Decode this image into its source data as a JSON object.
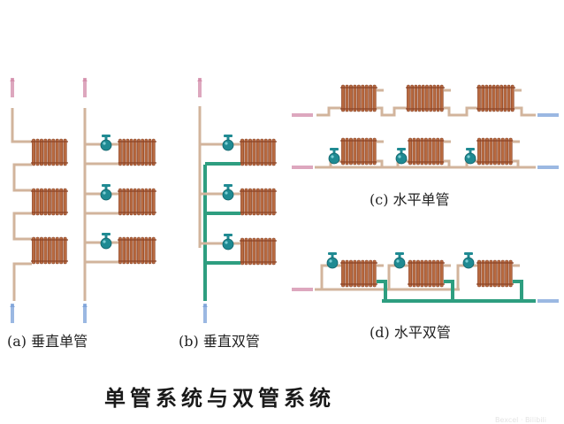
{
  "diagram": {
    "title": "单管系统与双管系统",
    "colors": {
      "supply_pipe": "#d2b49c",
      "return_pipe_two_pipe": "#2e9e80",
      "radiator": "#b86a40",
      "radiator_dark": "#8a4326",
      "valve": "#1f8a92",
      "supply_arrow": "#d28aa8",
      "return_arrow": "#7aa0d8"
    },
    "panels": [
      {
        "id": "a",
        "caption": "(a) 垂直单管",
        "orientation": "vertical",
        "system": "single-pipe",
        "radiators": 3,
        "variants": [
          "series (no valves)",
          "with bypass and valves"
        ]
      },
      {
        "id": "b",
        "caption": "(b) 垂直双管",
        "orientation": "vertical",
        "system": "two-pipe",
        "radiators": 3,
        "valves": 3
      },
      {
        "id": "c",
        "caption": "(c) 水平单管",
        "orientation": "horizontal",
        "system": "single-pipe",
        "radiators": 3,
        "variants": [
          "series (no valves)",
          "with bypass and valves"
        ]
      },
      {
        "id": "d",
        "caption": "(d) 水平双管",
        "orientation": "horizontal",
        "system": "two-pipe",
        "radiators": 3,
        "valves": 3
      }
    ],
    "watermark": "Bexcel · Bilibili"
  }
}
